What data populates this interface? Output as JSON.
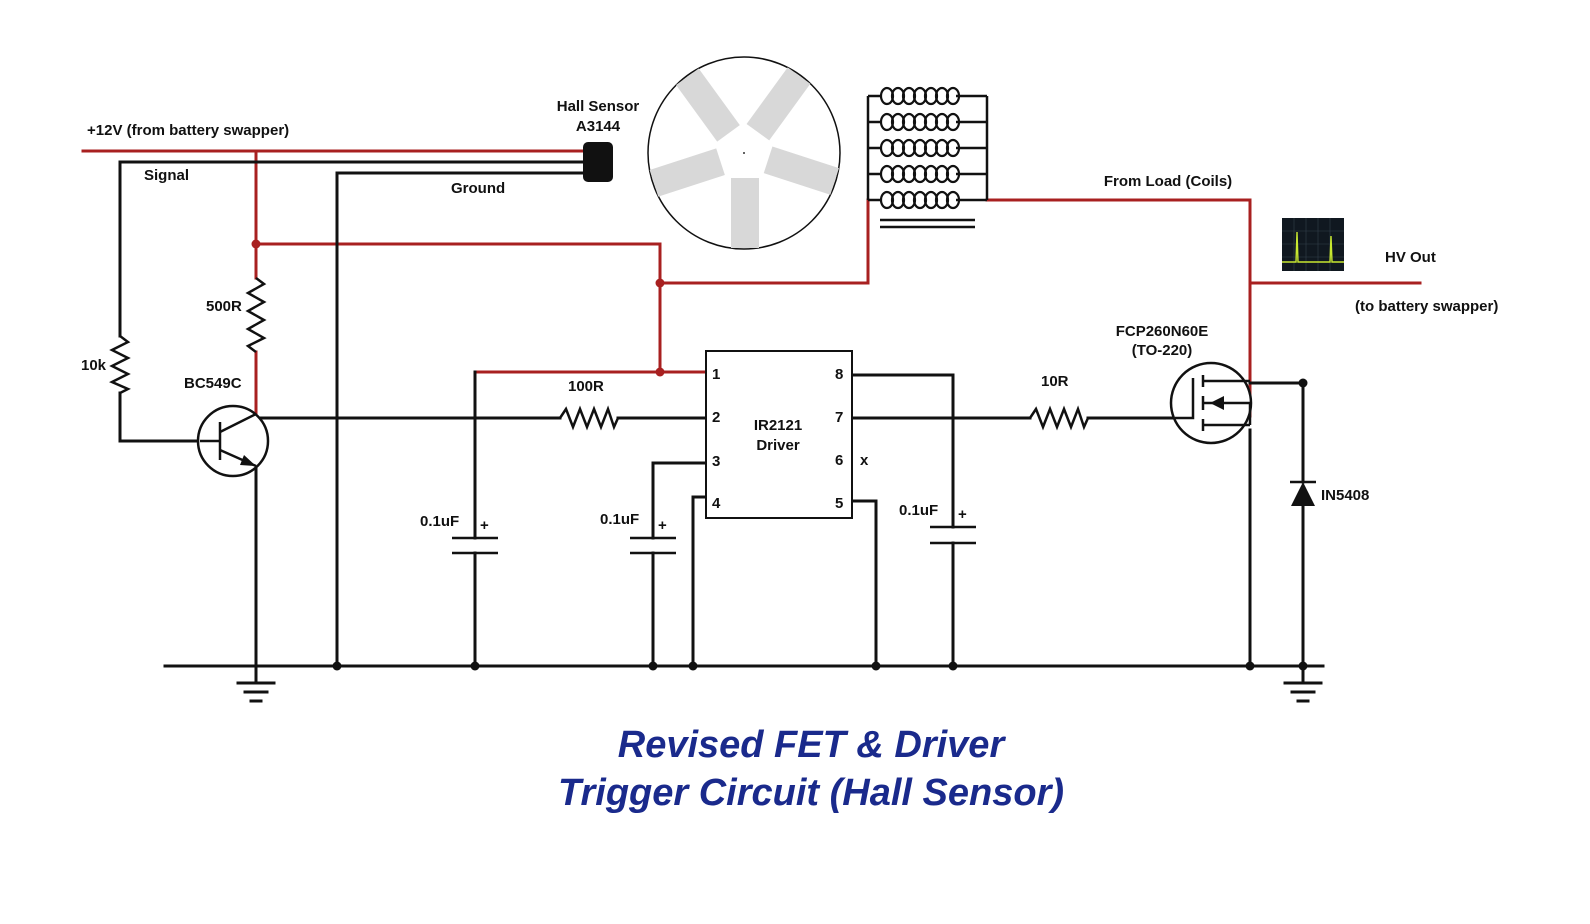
{
  "title": {
    "line1": "Revised FET & Driver",
    "line2": "Trigger Circuit (Hall Sensor)"
  },
  "labels": {
    "supply": "+12V (from battery swapper)",
    "signal": "Signal",
    "ground": "Ground",
    "hall_name": "Hall Sensor",
    "hall_part": "A3144",
    "from_load": "From Load (Coils)",
    "hv_out": "HV Out",
    "to_battery": "(to battery swapper)",
    "r_500": "500R",
    "r_10k": "10k",
    "transistor": "BC549C",
    "r_100": "100R",
    "r_10": "10R",
    "mosfet_part": "FCP260N60E",
    "mosfet_pkg": "(TO-220)",
    "diode": "IN5408",
    "driver_l1": "IR2121",
    "driver_l2": "Driver",
    "cap1": "0.1uF",
    "cap2": "0.1uF",
    "cap3": "0.1uF",
    "plus": "+",
    "nc": "x"
  },
  "pins": [
    "1",
    "2",
    "3",
    "4",
    "5",
    "6",
    "7",
    "8"
  ],
  "colors": {
    "power_wire": "#a82020",
    "signal_wire": "#111111",
    "title": "#1a2a8c",
    "rotor_magnet": "#d8d8d8",
    "scope_trace": "#c8e830"
  }
}
